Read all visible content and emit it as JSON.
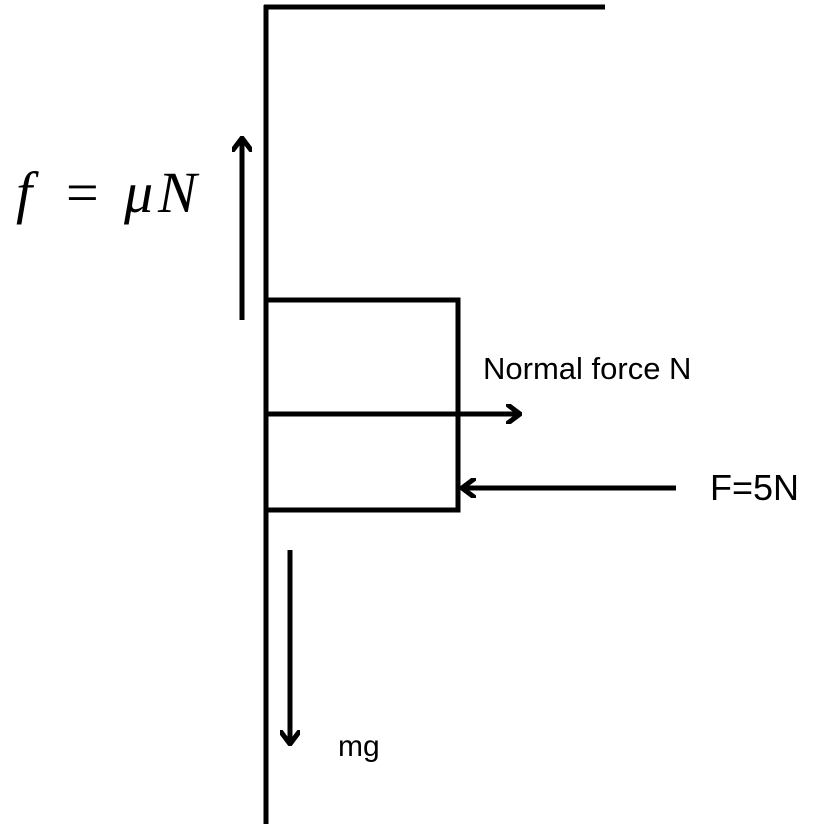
{
  "labels": {
    "friction_f": "f",
    "friction_equals": "=",
    "friction_mu": "μ",
    "friction_N": "N",
    "normal_force": "Normal force N",
    "applied_force": "F=5N",
    "weight": "mg"
  },
  "colors": {
    "stroke": "#000000",
    "background": "#ffffff"
  }
}
